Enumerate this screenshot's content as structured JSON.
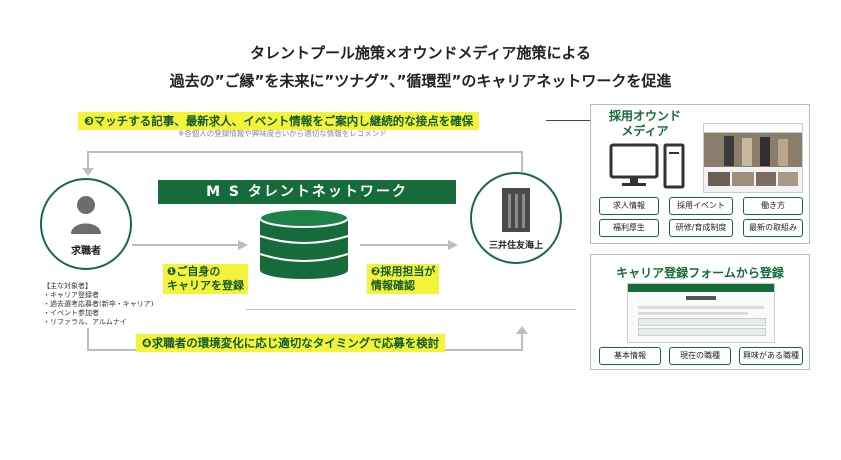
{
  "header": {
    "line1": "タレントプール施策×オウンドメディア施策による",
    "line2": "過去の”ご縁”を未来に”ツナグ”、”循環型”のキャリアネットワークを促進"
  },
  "top_message": {
    "text": "❸マッチする記事、最新求人、イベント情報をご案内し継続的な接点を確保",
    "note": "※各個人の登録情報や興味度合いから適切な情報をレコメンド"
  },
  "center": {
    "banner": "M S タレントネットワーク",
    "step1_line1": "❶ご自身の",
    "step1_line2": "キャリアを登録",
    "step2_line1": "❷採用担当が",
    "step2_line2": "情報確認"
  },
  "left_node": {
    "label": "求職者",
    "targets_title": "【主な対象者】",
    "targets": [
      "・キャリア登録者",
      "・過去選考応募者(新卒・キャリア)",
      "・イベント参加者",
      "・リファラル、アルムナイ"
    ]
  },
  "right_node": {
    "label": "三井住友海上"
  },
  "bottom_message": {
    "text": "❹求職者の環境変化に応じ適切なタイミングで応募を検討"
  },
  "panel_media": {
    "title_line1": "採用オウンド",
    "title_line2": "メディア",
    "buttons": [
      "求人情報",
      "採用イベント",
      "働き方",
      "福利厚生",
      "研修/育成制度",
      "最新の取組み"
    ]
  },
  "panel_form": {
    "title": "キャリア登録フォームから登録",
    "buttons": [
      "基本情報",
      "現在の職種",
      "興味がある職種"
    ]
  },
  "colors": {
    "accent": "#166b3a",
    "highlight": "#f3f33a"
  }
}
